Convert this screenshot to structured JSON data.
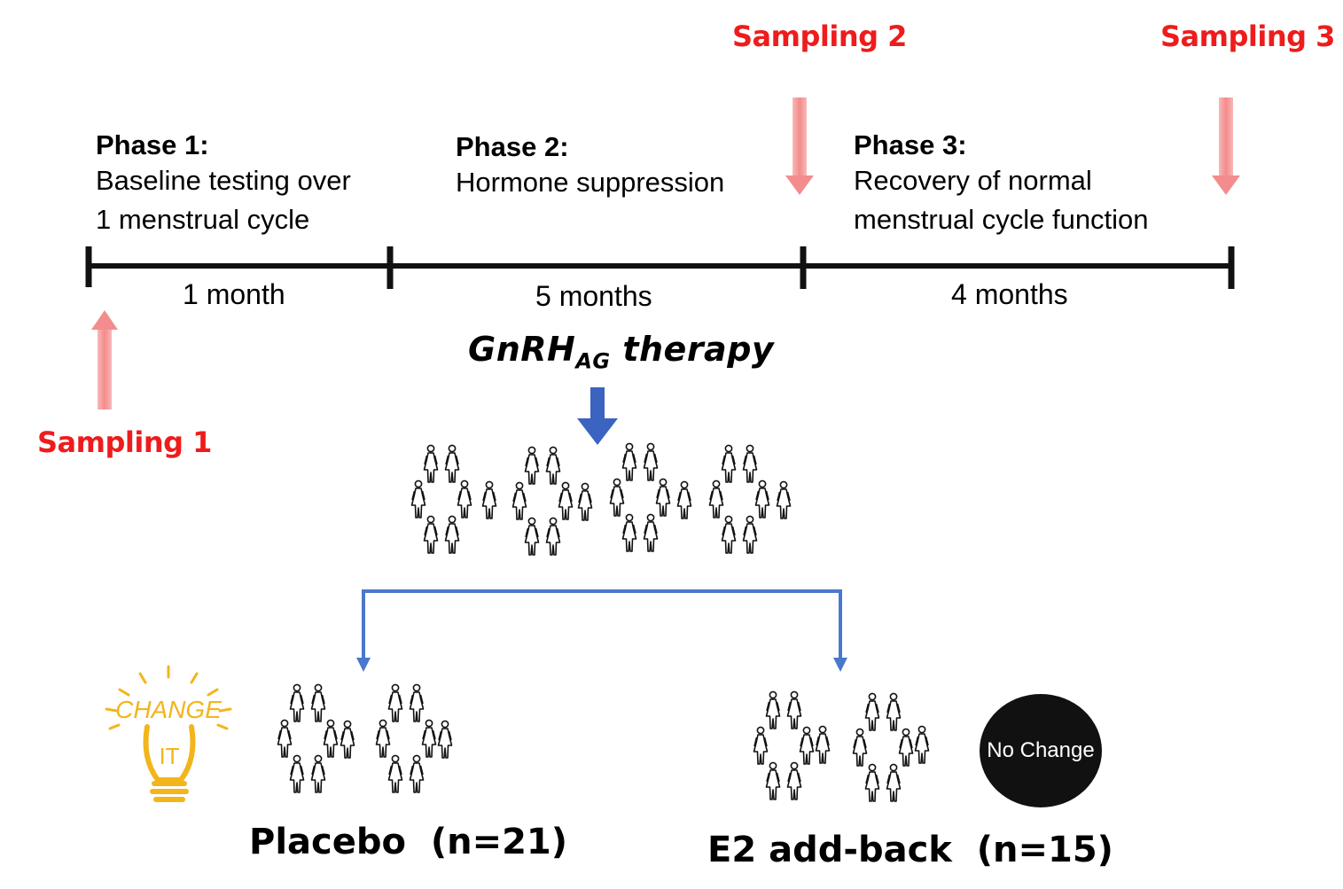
{
  "samplings": [
    "Sampling 1",
    "Sampling 2",
    "Sampling 3"
  ],
  "phases": [
    {
      "title": "Phase 1:",
      "lines": [
        "Baseline testing over",
        "1 menstrual cycle"
      ],
      "duration": "1 month"
    },
    {
      "title": "Phase 2:",
      "lines": [
        "Hormone suppression"
      ],
      "duration": "5 months"
    },
    {
      "title": "Phase 3:",
      "lines": [
        "Recovery of normal",
        "menstrual cycle function"
      ],
      "duration": "4 months"
    }
  ],
  "therapy": {
    "main": "GnRH",
    "sub": "AG",
    "rest": "therapy"
  },
  "groups": {
    "placebo": {
      "label": "Placebo  (n=21)"
    },
    "e2": {
      "label": "E2 add-back  (n=15)"
    }
  },
  "icons": {
    "change": "CHANGE",
    "change_sub": "IT",
    "no_change": "No Change"
  },
  "colors": {
    "sampling": "#ee1c1c",
    "arrow_blue": "#3f6fc7",
    "sample_arrow": "#f4a0a0",
    "bulb": "#f2b51b"
  }
}
